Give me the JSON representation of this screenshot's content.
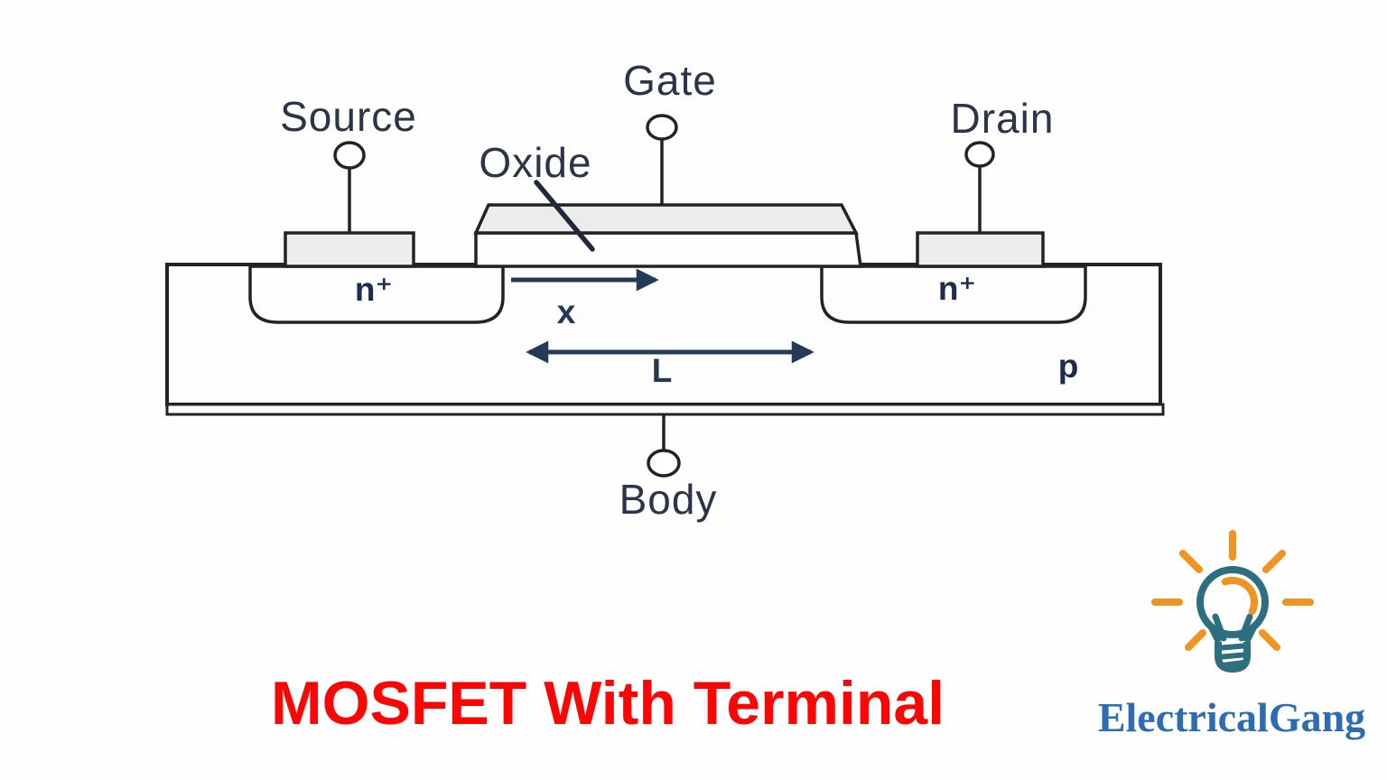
{
  "diagram": {
    "type": "mosfet-cross-section",
    "labels": {
      "source": "Source",
      "gate": "Gate",
      "oxide": "Oxide",
      "drain": "Drain",
      "body": "Body",
      "n_plus_left": "n⁺",
      "n_plus_right": "n⁺",
      "substrate": "p",
      "x_dim": "x",
      "channel_length": "L"
    },
    "colors": {
      "structure_line": "#232323",
      "annotation_arrow": "#253a57",
      "terminal_label_text": "#2c3547",
      "region_label_text": "#1e2c4d",
      "contact_fill": "#ededed",
      "gate_fill": "#ececec",
      "background": "#fefefe"
    }
  },
  "title": {
    "text": "MOSFET With Terminal",
    "color": "#fb0505"
  },
  "logo": {
    "text": "ElectricalGang",
    "text_color": "#2e6cb2",
    "bulb_color": "#2d6f80",
    "ray_color": "#ef9420"
  }
}
